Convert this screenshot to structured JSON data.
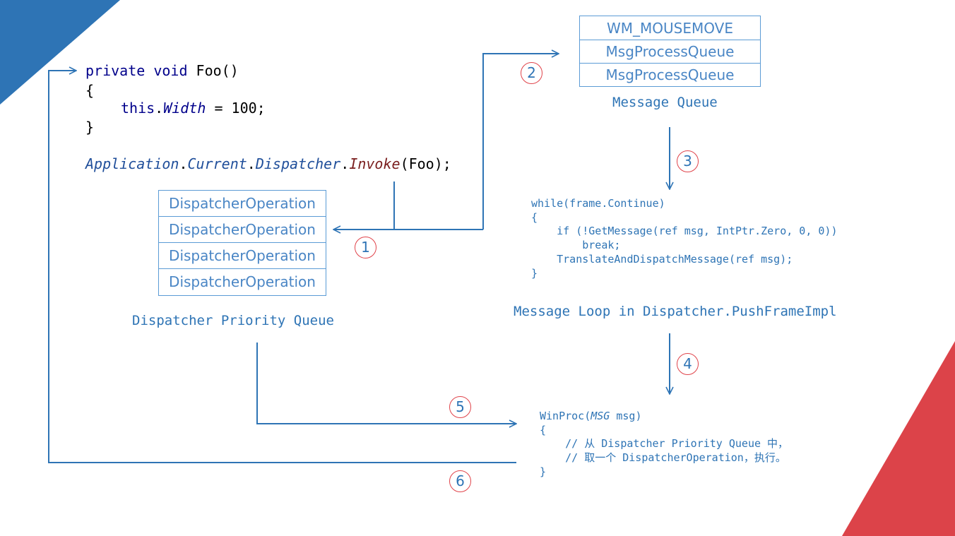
{
  "colors": {
    "accent_blue": "#2e74b5",
    "corner_blue": "#2e74b5",
    "corner_red": "#dc4349",
    "badge_ring": "#e0434a",
    "box_border": "#5b9bd5"
  },
  "code_foo": {
    "line1_kw": "private void",
    "line1_name": " Foo()",
    "line2": "{",
    "line3_this": "this",
    "line3_dot": ".",
    "line3_prop": "Width",
    "line3_rest": " = 100;",
    "line4": "}",
    "invoke_app": "Application",
    "invoke_dot1": ".",
    "invoke_current": "Current",
    "invoke_dot2": ".",
    "invoke_dispatcher": "Dispatcher",
    "invoke_dot3": ".",
    "invoke_method": "Invoke",
    "invoke_args": "(Foo);"
  },
  "dispatcher_queue": {
    "items": [
      "DispatcherOperation",
      "DispatcherOperation",
      "DispatcherOperation",
      "DispatcherOperation"
    ],
    "caption": "Dispatcher Priority Queue"
  },
  "message_queue": {
    "items": [
      "WM_MOUSEMOVE",
      "MsgProcessQueue",
      "MsgProcessQueue"
    ],
    "caption": "Message Queue"
  },
  "message_loop": {
    "lines": [
      "while(frame.Continue)",
      "{",
      "    if (!GetMessage(ref msg, IntPtr.Zero, 0, 0))",
      "        break;",
      "    TranslateAndDispatchMessage(ref msg);",
      "}"
    ],
    "caption": "Message Loop in Dispatcher.PushFrameImpl"
  },
  "winproc": {
    "line1_pre": "WinProc(",
    "line1_type": "MSG",
    "line1_post": " msg)",
    "line2": "{",
    "line3": "    // 从 Dispatcher Priority Queue 中，",
    "line4": "    // 取一个 DispatcherOperation，执行。",
    "line5": "}"
  },
  "steps": [
    "1",
    "2",
    "3",
    "4",
    "5",
    "6"
  ]
}
